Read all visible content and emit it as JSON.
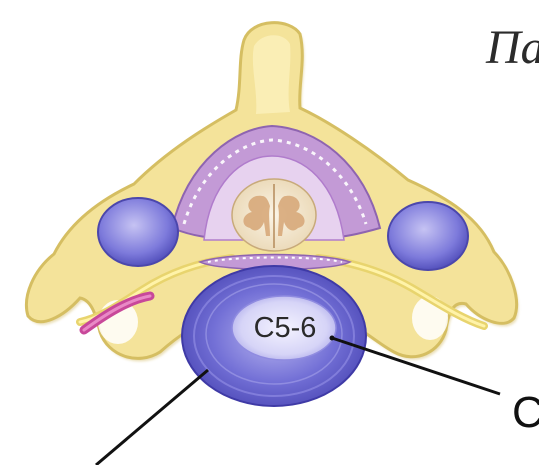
{
  "heading": {
    "text": "Па"
  },
  "disc": {
    "label": "C5-6"
  },
  "callout": {
    "text": "C"
  }
}
